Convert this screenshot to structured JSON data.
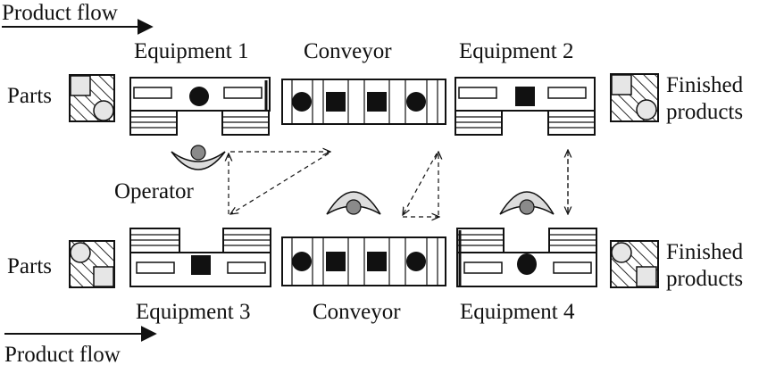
{
  "labels": {
    "product_flow_top": "Product flow",
    "product_flow_bottom": "Product flow",
    "equipment_1": "Equipment 1",
    "equipment_2": "Equipment 2",
    "equipment_3": "Equipment 3",
    "equipment_4": "Equipment 4",
    "conveyor_top": "Conveyor",
    "conveyor_bottom": "Conveyor",
    "parts_top": "Parts",
    "parts_bottom": "Parts",
    "finished_top_line1": "Finished",
    "finished_top_line2": "products",
    "finished_bottom_line1": "Finished",
    "finished_bottom_line2": "products",
    "operator": "Operator"
  },
  "colors": {
    "line": "#111111",
    "fill_dark": "#111111",
    "fill_light": "#e6e6e6",
    "operator_fill": "#dcdcdc",
    "operator_head": "#8a8a8a"
  }
}
